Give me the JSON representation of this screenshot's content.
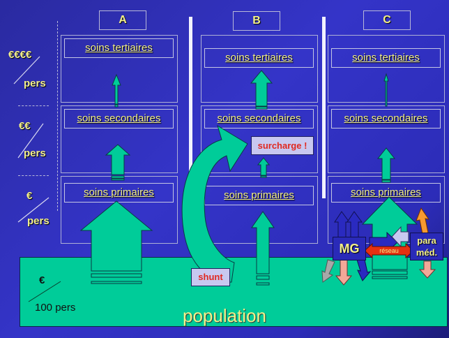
{
  "columns": [
    {
      "label": "A"
    },
    {
      "label": "B"
    },
    {
      "label": "C"
    }
  ],
  "tiers": {
    "tertiary": "soins tertiaires",
    "secondary": "soins secondaires",
    "primary": "soins primaires"
  },
  "cost_axis": [
    {
      "amount": "€€€€",
      "unit": "pers"
    },
    {
      "amount": "€€",
      "unit": "pers"
    },
    {
      "amount": "€",
      "unit": "pers"
    }
  ],
  "population": {
    "label": "population",
    "cost_amount": "€",
    "cost_unit": "100 pers"
  },
  "annotations": {
    "overload": "surcharge !",
    "shunt": "shunt",
    "gp": "MG",
    "network": "réseau",
    "paramedical_line1": "para",
    "paramedical_line2": "méd."
  },
  "colors": {
    "flow_green": "#00cc99",
    "background_blue": "#3030c0",
    "text_yellow": "#f3f08a",
    "alert_red": "#e02820",
    "network_red": "#e63010",
    "paramed_orange": "#f79a30",
    "salmon": "#f4a898",
    "lavender": "#c8c8f0",
    "gray": "#a8a8a8"
  }
}
